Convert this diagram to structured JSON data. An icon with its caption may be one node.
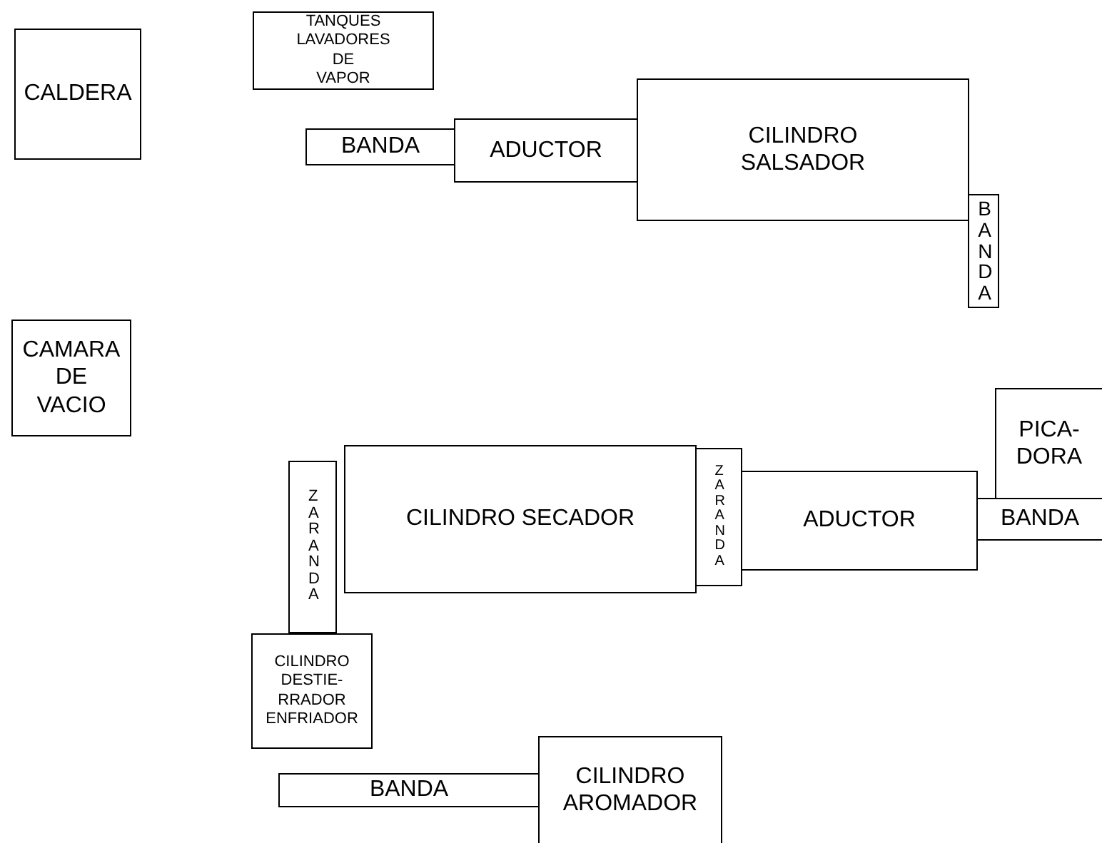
{
  "diagram": {
    "nodes": [
      {
        "text": [
          "CALDERA"
        ]
      },
      {
        "text": [
          "TANQUES LAVADORES DE VAPOR"
        ]
      },
      {
        "text": [
          "BANDA"
        ]
      },
      {
        "text": [
          "ADUCTOR"
        ]
      },
      {
        "text": [
          "CILINDRO SALSADOR"
        ]
      },
      {
        "text": [
          "BANDA"
        ]
      },
      {
        "text": [
          "CAMARA DE VACIO"
        ]
      },
      {
        "text": [
          "PICA- DORA"
        ]
      },
      {
        "text": [
          "ZARANDA"
        ]
      },
      {
        "text": [
          "CILINDRO SECADOR"
        ]
      },
      {
        "text": [
          "ZARANDA"
        ]
      },
      {
        "text": [
          "ADUCTOR"
        ]
      },
      {
        "text": [
          "BANDA"
        ]
      },
      {
        "text": [
          "CILINDRO DESTIE- RRADOR ENFRIADOR"
        ]
      },
      {
        "text": [
          "BANDA"
        ]
      },
      {
        "text": [
          "CILINDRO AROMADOR"
        ]
      }
    ]
  }
}
